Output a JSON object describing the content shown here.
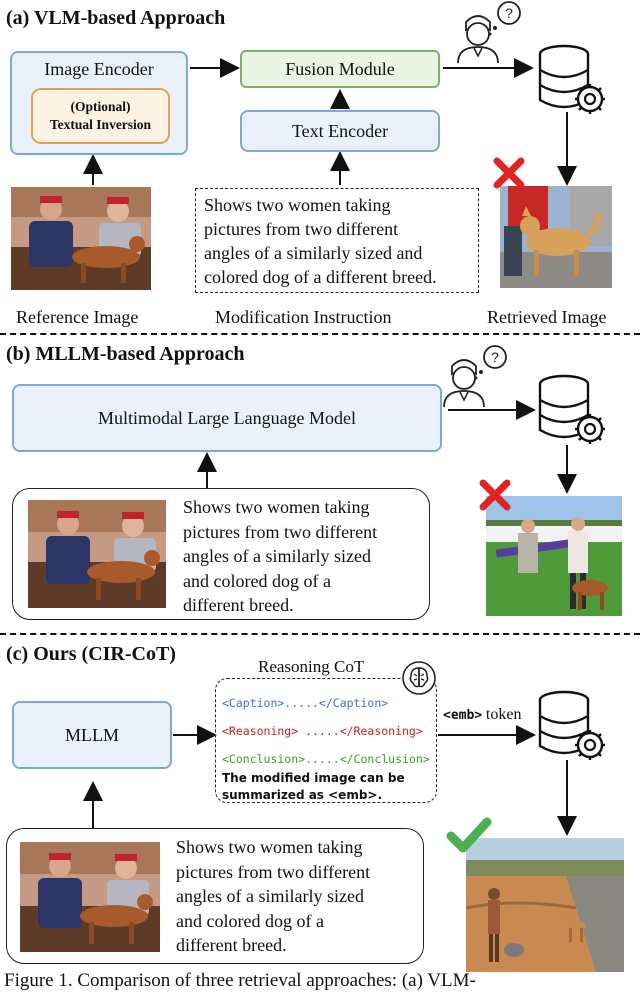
{
  "sections": {
    "a": {
      "title": "(a) VLM-based Approach",
      "image_encoder": "Image Encoder",
      "optional_line1": "(Optional)",
      "optional_line2": "Textual Inversion",
      "fusion_module": "Fusion Module",
      "text_encoder": "Text Encoder",
      "instruction_lines": [
        "Shows two women taking",
        "pictures from two different",
        "angles of a similarly sized and",
        "colored dog of a different breed."
      ],
      "label_reference": "Reference Image",
      "label_modification": "Modification Instruction",
      "label_retrieved": "Retrieved Image"
    },
    "b": {
      "title": "(b) MLLM-based Approach",
      "mllm_box": "Multimodal Large Language Model",
      "instruction_lines": [
        "Shows two women taking",
        "pictures from two different",
        "angles of a similarly sized",
        "and colored dog of a",
        "different breed."
      ]
    },
    "c": {
      "title": "(c) Ours (CIR-CoT)",
      "mllm_box": "MLLM",
      "reasoning_label": "Reasoning CoT",
      "cot_caption": "<Caption>.....</Caption>",
      "cot_reasoning": "<Reasoning> .....</Reasoning>",
      "cot_conclusion": "<Conclusion>.....</Conclusion>",
      "cot_summary_line1": "The modified image can be",
      "cot_summary_line2": "summarized as <emb>.",
      "emb_token_tag": "<emb>",
      "emb_token_word": "token",
      "instruction_lines": [
        "Shows two women taking",
        "pictures from two different",
        "angles of a similarly sized",
        "and colored dog of a",
        "different breed."
      ]
    }
  },
  "figure_caption": "Figure 1.  Comparison of three retrieval approaches: (a) VLM-",
  "colors": {
    "caption_tag": "#3d6fd6",
    "reasoning_tag": "#c81e1e",
    "conclusion_tag": "#3f9a2a",
    "cross": "#e02424",
    "check": "#4caf50",
    "box_blue_fill": "#eaf1fb",
    "box_blue_border": "#7fa8d8"
  }
}
